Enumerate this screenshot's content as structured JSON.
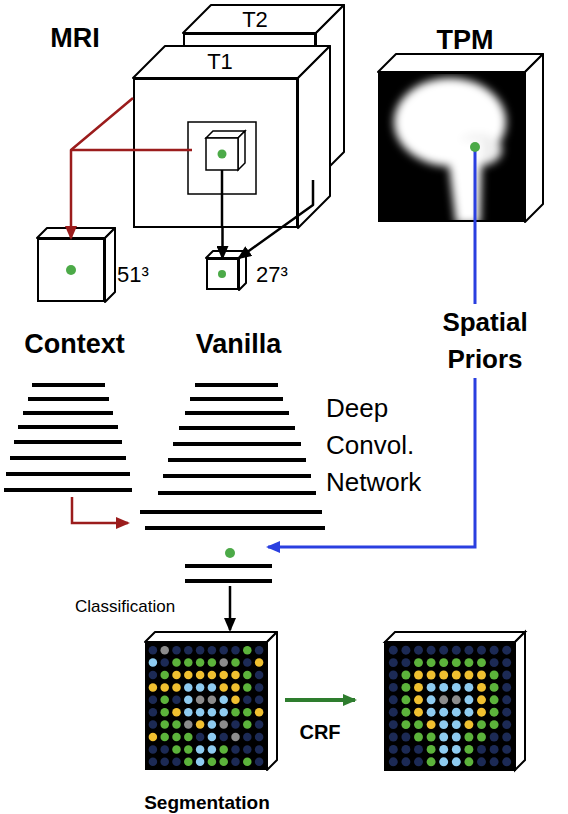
{
  "diagram": {
    "nodes": [
      {
        "text": [
          "T2"
        ]
      },
      {
        "text": [
          "T1"
        ]
      },
      {
        "text": [
          "TPM"
        ]
      },
      {
        "text": [
          "51³",
          "Context"
        ]
      },
      {
        "text": [
          "27³",
          "Vanilla"
        ]
      },
      {
        "text": [
          "Segmentation"
        ]
      }
    ],
    "edges": [
      {
        "from": 1,
        "to": 3,
        "arrow": "to"
      },
      {
        "from": 1,
        "to": 4,
        "arrow": "to"
      },
      {
        "from": 0,
        "to": 4,
        "arrow": "to"
      }
    ],
    "labels": [
      "MRI",
      "Spatial Priors",
      "Deep Convol. Network",
      "Classification",
      "CRF"
    ]
  }
}
